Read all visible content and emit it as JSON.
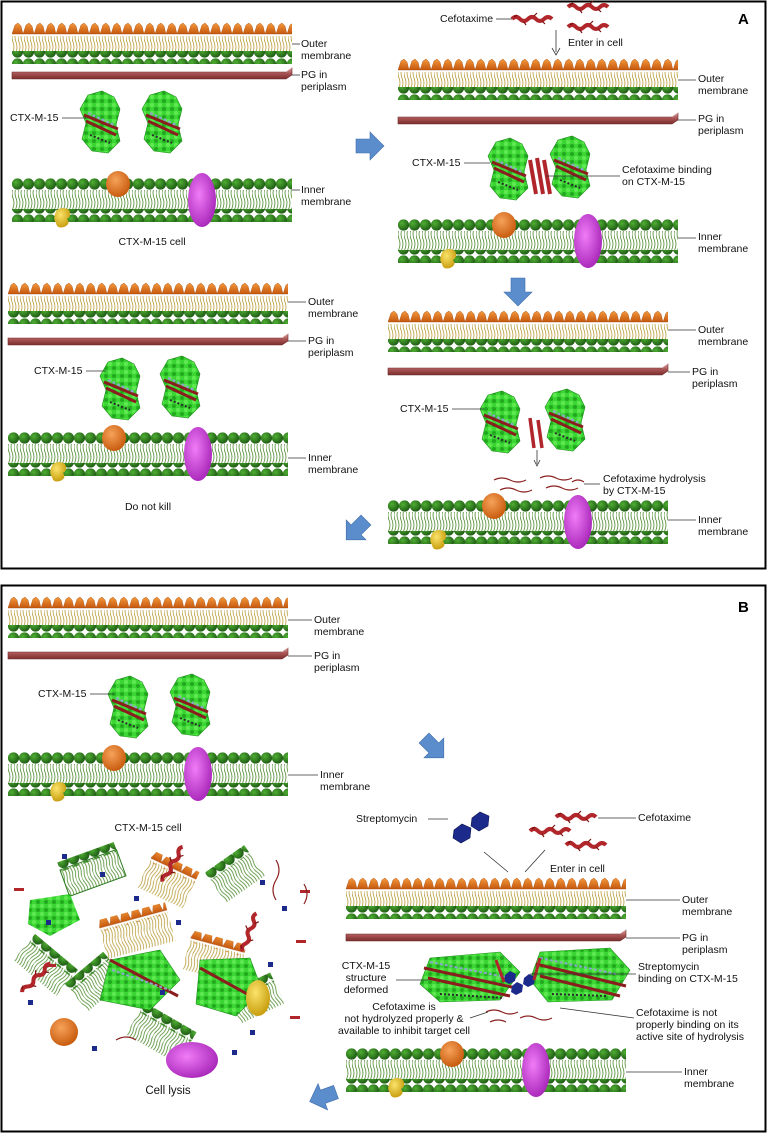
{
  "panels": {
    "A": {
      "letter": "A",
      "s1": {
        "outer": [
          "Outer",
          "membrane"
        ],
        "pg": [
          "PG in",
          "periplasm"
        ],
        "ctx": "CTX-M-15",
        "inner": [
          "Inner",
          "membrane"
        ],
        "caption": "CTX-M-15 cell"
      },
      "s2": {
        "drug": "Cefotaxime",
        "enter": "Enter in cell",
        "outer": [
          "Outer",
          "membrane"
        ],
        "pg": [
          "PG in",
          "periplasm"
        ],
        "ctx": "CTX-M-15",
        "binding": [
          "Cefotaxime binding",
          "on CTX-M-15"
        ],
        "inner": [
          "Inner",
          "membrane"
        ]
      },
      "s3": {
        "outer": [
          "Outer",
          "membrane"
        ],
        "pg": [
          "PG in",
          "periplasm"
        ],
        "ctx": "CTX-M-15",
        "hydrolysis": [
          "Cefotaxime hydrolysis",
          "by CTX-M-15"
        ],
        "inner": [
          "Inner",
          "membrane"
        ]
      },
      "s4": {
        "outer": [
          "Outer",
          "membrane"
        ],
        "pg": [
          "PG in",
          "periplasm"
        ],
        "ctx": "CTX-M-15",
        "inner": [
          "Inner",
          "membrane"
        ],
        "caption": "Do not kill"
      }
    },
    "B": {
      "letter": "B",
      "s1": {
        "outer": [
          "Outer",
          "membrane"
        ],
        "pg": [
          "PG in",
          "periplasm"
        ],
        "ctx": "CTX-M-15",
        "inner": [
          "Inner",
          "membrane"
        ],
        "caption": "CTX-M-15 cell"
      },
      "s2": {
        "strep": "Streptomycin",
        "drug": "Cefotaxime",
        "enter": "Enter in cell",
        "outer": [
          "Outer",
          "membrane"
        ],
        "pg": [
          "PG in",
          "periplasm"
        ],
        "deformed": [
          "CTX-M-15",
          "structure",
          "deformed"
        ],
        "strepbind": [
          "Streptomycin",
          "binding on CTX-M-15"
        ],
        "nothydro": [
          "Cefotaxime is",
          "not hydrolyzed properly &",
          "available to inhibit target cell"
        ],
        "notbind": [
          "Cefotaxime is not",
          "properly binding on its",
          "active site of hydrolysis"
        ],
        "inner": [
          "Inner",
          "membrane"
        ]
      },
      "lysis": "Cell lysis"
    }
  },
  "colors": {
    "head": "#e8741c",
    "tail": "#c9a640",
    "inner_head": "#2a7a1e",
    "pg": "#a55050",
    "enzyme": "#37d431",
    "arrow": "#5b8ccc",
    "porin": "#c03bd0",
    "yellow": "#e7c21a",
    "orange": "#e0721b",
    "drug": "#b0262a",
    "strep": "#1c2a8c"
  }
}
